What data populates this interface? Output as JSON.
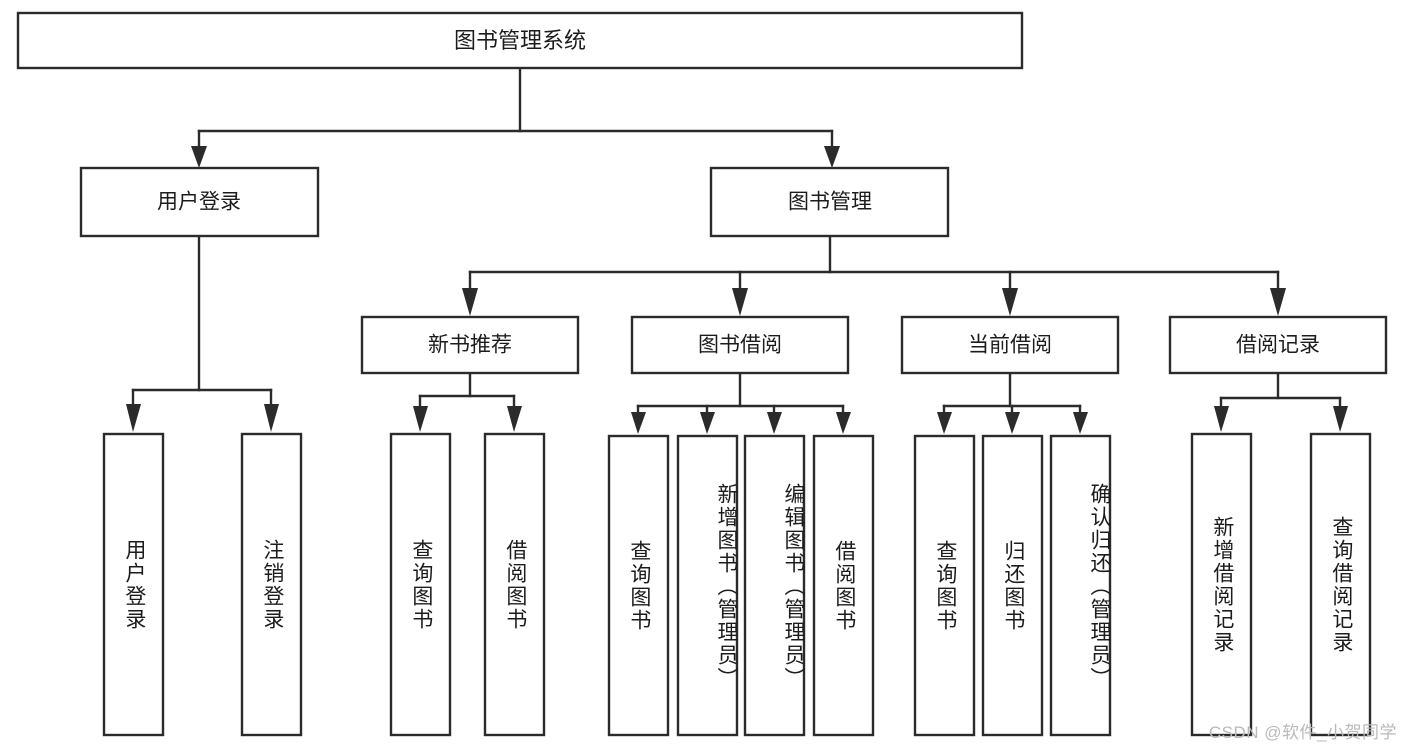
{
  "diagram": {
    "type": "tree",
    "title": "图书管理系统",
    "watermark": "CSDN @软件_小贺同学",
    "colors": {
      "box_stroke": "#2b2b2b",
      "box_fill": "#ffffff",
      "text": "#1c1c1c",
      "watermark": "#b9b9b9"
    },
    "levels": {
      "root": "图书管理系统",
      "level2": [
        "用户登录",
        "图书管理"
      ],
      "level3": [
        "新书推荐",
        "图书借阅",
        "当前借阅",
        "借阅记录"
      ]
    },
    "nodes": {
      "root": {
        "label": "图书管理系统"
      },
      "user_login": {
        "label": "用户登录"
      },
      "book_manage": {
        "label": "图书管理"
      },
      "new_book_rec": {
        "label": "新书推荐"
      },
      "book_borrow": {
        "label": "图书借阅"
      },
      "current_borrow": {
        "label": "当前借阅"
      },
      "borrow_record": {
        "label": "借阅记录"
      }
    },
    "leaves": {
      "user_login": [
        {
          "label": "用户登录"
        },
        {
          "label": "注销登录"
        }
      ],
      "new_book_rec": [
        {
          "label": "查询图书"
        },
        {
          "label": "借阅图书"
        }
      ],
      "book_borrow": [
        {
          "label": "查询图书"
        },
        {
          "label": "新增图书（管理员）"
        },
        {
          "label": "编辑图书（管理员）"
        },
        {
          "label": "借阅图书"
        }
      ],
      "current_borrow": [
        {
          "label": "查询图书"
        },
        {
          "label": "归还图书"
        },
        {
          "label": "确认归还（管理员）"
        }
      ],
      "borrow_record": [
        {
          "label": "新增借阅记录"
        },
        {
          "label": "查询借阅记录"
        }
      ]
    }
  }
}
